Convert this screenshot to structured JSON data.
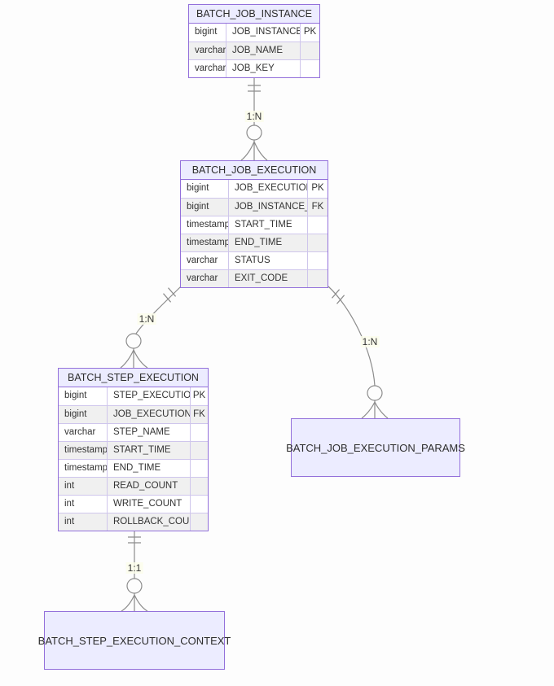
{
  "diagram": {
    "type": "entity-relationship-diagram",
    "entities": {
      "job_instance": {
        "title": "BATCH_JOB_INSTANCE",
        "rows": [
          {
            "type": "bigint",
            "name": "JOB_INSTANCE_ID",
            "key": "PK"
          },
          {
            "type": "varchar",
            "name": "JOB_NAME",
            "key": ""
          },
          {
            "type": "varchar",
            "name": "JOB_KEY",
            "key": ""
          }
        ]
      },
      "job_execution": {
        "title": "BATCH_JOB_EXECUTION",
        "rows": [
          {
            "type": "bigint",
            "name": "JOB_EXECUTION_ID",
            "key": "PK"
          },
          {
            "type": "bigint",
            "name": "JOB_INSTANCE_ID",
            "key": "FK"
          },
          {
            "type": "timestamp",
            "name": "START_TIME",
            "key": ""
          },
          {
            "type": "timestamp",
            "name": "END_TIME",
            "key": ""
          },
          {
            "type": "varchar",
            "name": "STATUS",
            "key": ""
          },
          {
            "type": "varchar",
            "name": "EXIT_CODE",
            "key": ""
          }
        ]
      },
      "step_execution": {
        "title": "BATCH_STEP_EXECUTION",
        "rows": [
          {
            "type": "bigint",
            "name": "STEP_EXECUTION_ID",
            "key": "PK"
          },
          {
            "type": "bigint",
            "name": "JOB_EXECUTION_ID",
            "key": "FK"
          },
          {
            "type": "varchar",
            "name": "STEP_NAME",
            "key": ""
          },
          {
            "type": "timestamp",
            "name": "START_TIME",
            "key": ""
          },
          {
            "type": "timestamp",
            "name": "END_TIME",
            "key": ""
          },
          {
            "type": "int",
            "name": "READ_COUNT",
            "key": ""
          },
          {
            "type": "int",
            "name": "WRITE_COUNT",
            "key": ""
          },
          {
            "type": "int",
            "name": "ROLLBACK_COUNT",
            "key": ""
          }
        ]
      },
      "job_execution_params": {
        "title": "BATCH_JOB_EXECUTION_PARAMS"
      },
      "step_execution_context": {
        "title": "BATCH_STEP_EXECUTION_CONTEXT"
      }
    },
    "relationships": [
      {
        "from": "BATCH_JOB_INSTANCE",
        "to": "BATCH_JOB_EXECUTION",
        "label": "1:N",
        "from_marker": "exactly-one-ticks",
        "to_marker": "zero-or-many-crowfoot"
      },
      {
        "from": "BATCH_JOB_EXECUTION",
        "to": "BATCH_STEP_EXECUTION",
        "label": "1:N",
        "from_marker": "exactly-one-ticks",
        "to_marker": "zero-or-many-crowfoot"
      },
      {
        "from": "BATCH_JOB_EXECUTION",
        "to": "BATCH_JOB_EXECUTION_PARAMS",
        "label": "1:N",
        "from_marker": "exactly-one-ticks",
        "to_marker": "zero-or-many-crowfoot"
      },
      {
        "from": "BATCH_STEP_EXECUTION",
        "to": "BATCH_STEP_EXECUTION_CONTEXT",
        "label": "1:1",
        "from_marker": "exactly-one-ticks",
        "to_marker": "zero-or-many-crowfoot"
      }
    ],
    "colors": {
      "entity_fill": "#ECECFF",
      "entity_border": "#9370DB",
      "row_alt_fill": "#f0f0f0",
      "grid_line": "#cfc6ec",
      "edge_stroke": "#8c8c8c",
      "label_background": "#fbfdeb",
      "text": "#333333",
      "page_background": "#fdfdfd"
    }
  }
}
